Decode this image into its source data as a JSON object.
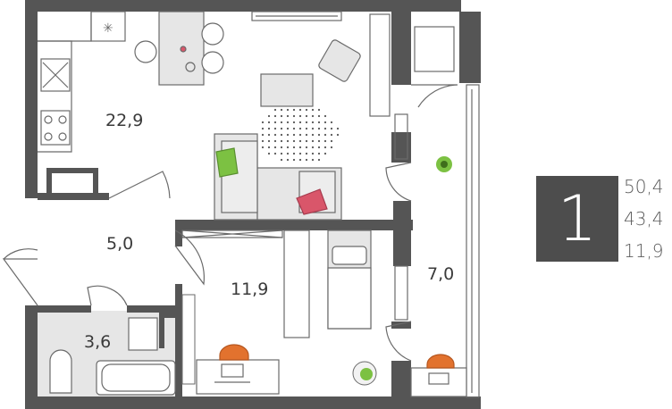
{
  "rooms": [
    {
      "id": "living-kitchen",
      "area": "22,9"
    },
    {
      "id": "hall",
      "area": "5,0"
    },
    {
      "id": "bedroom",
      "area": "11,9"
    },
    {
      "id": "bathroom",
      "area": "3,6"
    },
    {
      "id": "loggia",
      "area": "7,0"
    }
  ],
  "summary": {
    "room_count": "1",
    "total_area": "50,4",
    "living_area": "43,4",
    "secondary_area": "11,9"
  },
  "colors": {
    "wall": "#555555",
    "bathroom_floor": "#e6e6e6",
    "furniture_fill": "#e6e6e6",
    "furniture_stroke": "#6a6a6a",
    "accent_orange": "#e2722e",
    "accent_pink": "#d9566a",
    "accent_green": "#7cc142",
    "badge": "#4d4d4d"
  },
  "icons": [
    "fan-icon",
    "plant-icon"
  ]
}
